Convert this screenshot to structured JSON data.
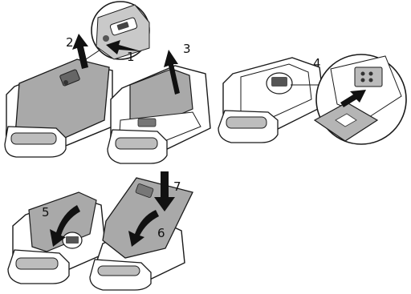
{
  "diagram": {
    "steps": [
      {
        "number": "1"
      },
      {
        "number": "2"
      },
      {
        "number": "3"
      },
      {
        "number": "4"
      },
      {
        "number": "5"
      },
      {
        "number": "6"
      },
      {
        "number": "7"
      }
    ]
  },
  "colors": {
    "line": "#1a1a1a",
    "cover_fill": "#a9a9a9",
    "body_fill": "#ffffff",
    "dark_part": "#555555",
    "arrow_fill": "#111111"
  }
}
